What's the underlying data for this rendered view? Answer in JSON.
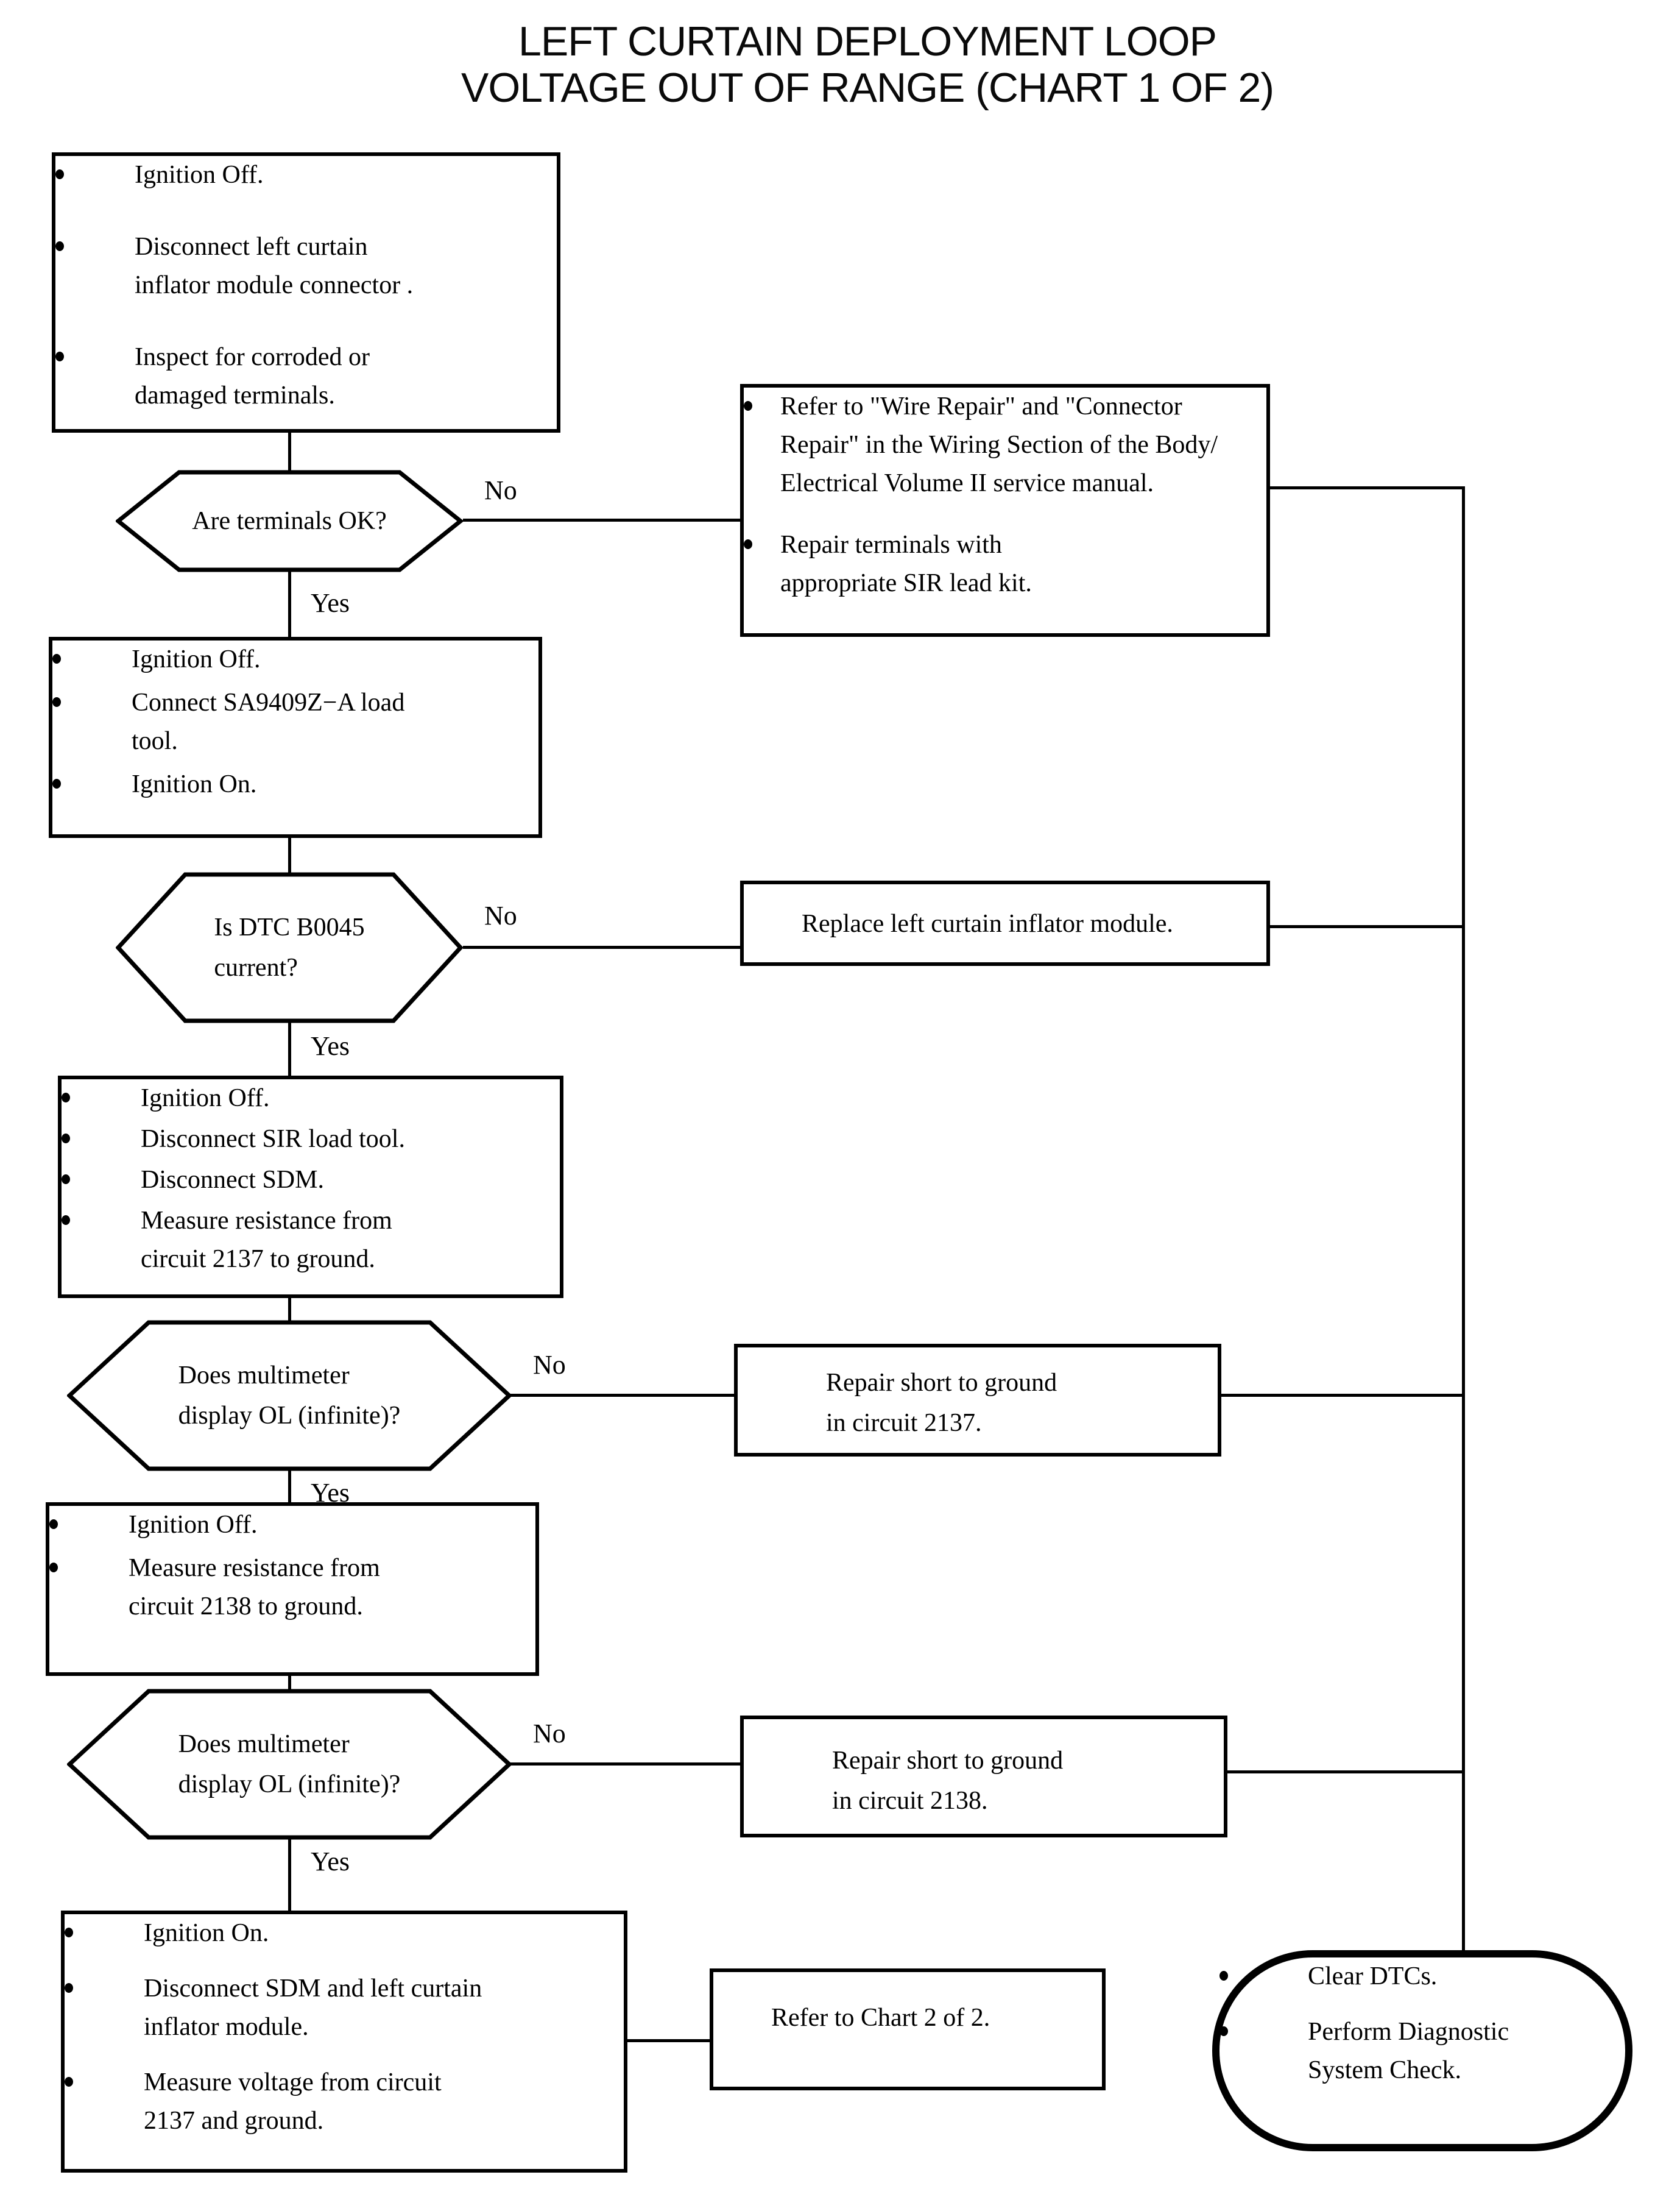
{
  "title": {
    "line1": "LEFT CURTAIN DEPLOYMENT LOOP",
    "line2": "VOLTAGE OUT OF RANGE (CHART 1 OF 2)"
  },
  "labels": {
    "yes": "Yes",
    "no": "No"
  },
  "colors": {
    "stroke": "#000000",
    "background": "#ffffff"
  },
  "steps": {
    "inspect_terminals": {
      "bullets": [
        "Ignition Off.",
        "Disconnect left curtain\ninflator module connector .",
        "Inspect for corroded or\ndamaged terminals."
      ]
    },
    "are_terminals_ok": {
      "question": "Are terminals OK?"
    },
    "wire_repair": {
      "bullets": [
        "Refer to \"Wire Repair\" and \"Connector\nRepair\" in the Wiring Section of the Body/\nElectrical Volume II service manual.",
        "Repair terminals with\nappropriate SIR lead kit."
      ]
    },
    "connect_load_tool": {
      "bullets": [
        "Ignition Off.",
        "Connect SA9409Z−A load\ntool.",
        "Ignition On."
      ]
    },
    "dtc_b0045_current": {
      "question": "Is DTC B0045\ncurrent?"
    },
    "replace_module": {
      "text": "Replace left curtain inflator module."
    },
    "resistance_2137": {
      "bullets": [
        "Ignition Off.",
        "Disconnect SIR load tool.",
        "Disconnect SDM.",
        "Measure resistance from\ncircuit 2137 to ground."
      ]
    },
    "multimeter_ol_1": {
      "question": "Does multimeter\ndisplay OL (infinite)?"
    },
    "repair_short_2137": {
      "text": "Repair short to ground\nin circuit 2137."
    },
    "resistance_2138": {
      "bullets": [
        "Ignition Off.",
        "Measure resistance from\ncircuit 2138 to ground."
      ]
    },
    "multimeter_ol_2": {
      "question": "Does multimeter\ndisplay OL (infinite)?"
    },
    "repair_short_2138": {
      "text": "Repair short to ground\nin circuit 2138."
    },
    "measure_voltage": {
      "bullets": [
        "Ignition On.",
        "Disconnect SDM and left curtain\ninflator module.",
        "Measure voltage from circuit\n2137 and ground."
      ]
    },
    "refer_chart": {
      "text": "Refer to Chart 2 of 2."
    },
    "diagnostic_end": {
      "bullets": [
        "Clear DTCs.",
        "Perform Diagnostic\nSystem Check."
      ]
    }
  }
}
